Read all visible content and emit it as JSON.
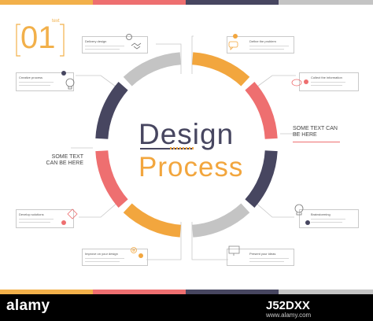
{
  "number": {
    "value": "01",
    "caption": "text"
  },
  "title": {
    "line1": "Design",
    "line2": "Process"
  },
  "callouts": {
    "right": "SOME TEXT CAN BE HERE",
    "left": "SOME TEXT CAN BE HERE"
  },
  "boxes": [
    {
      "id": "top-left",
      "label": "Delivery design"
    },
    {
      "id": "top-right",
      "label": "Define the problem"
    },
    {
      "id": "upper-left",
      "label": "Creative process"
    },
    {
      "id": "upper-right",
      "label": "Collect the information"
    },
    {
      "id": "lower-left",
      "label": "Develop solutions"
    },
    {
      "id": "lower-right",
      "label": "Brainstorming"
    },
    {
      "id": "bottom-left",
      "label": "Improve on your design"
    },
    {
      "id": "bottom-right",
      "label": "Present your ideas"
    }
  ],
  "watermark": {
    "brand": "alamy",
    "image_id": "J52DXX",
    "url": "www.alamy.com"
  },
  "colors": {
    "orange": "#f2a63e",
    "coral": "#ee6f70",
    "navy": "#474660",
    "grey": "#c4c4c4"
  }
}
